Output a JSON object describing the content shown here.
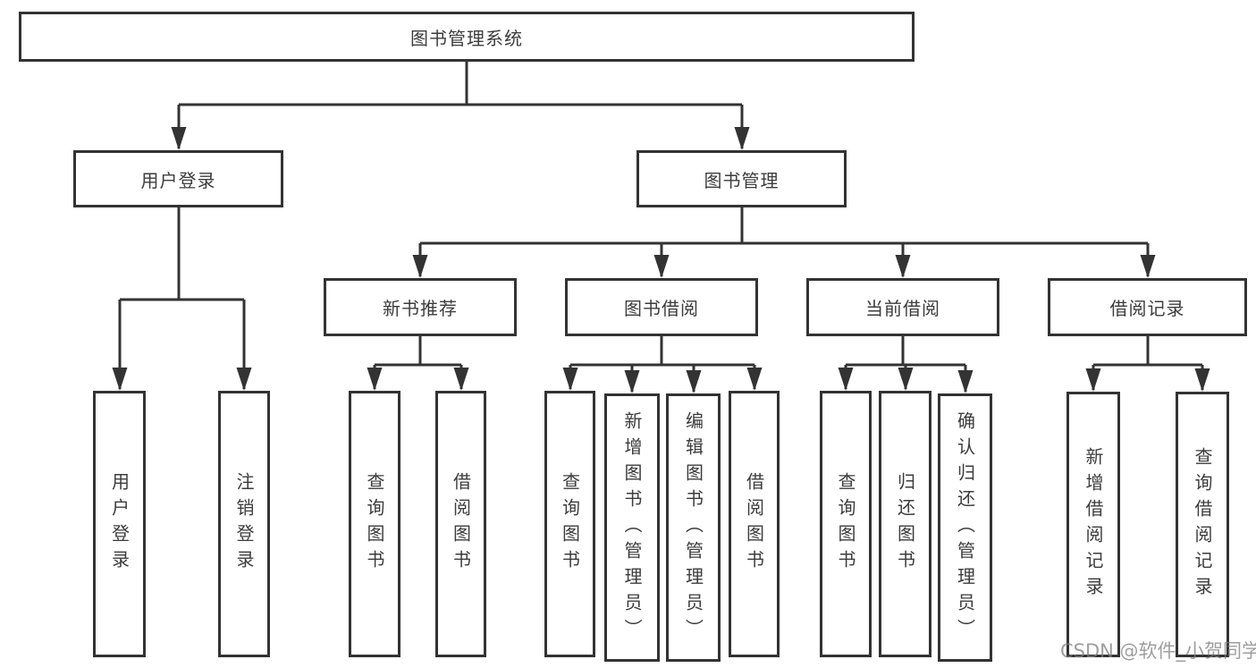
{
  "diagram_title": "图书管理系统",
  "colors": {
    "line": "#333333",
    "box_border": "#333333",
    "text": "#3c3c3c",
    "watermark": "#7d7d7d",
    "background": "#ffffff"
  },
  "tree": {
    "root": {
      "label": "图书管理系统"
    },
    "branches": {
      "user_login": {
        "label": "用户登录",
        "children": [
          {
            "label": "用户登录"
          },
          {
            "label": "注销登录"
          }
        ]
      },
      "book_management": {
        "label": "图书管理",
        "modules": {
          "new_book_recommend": {
            "label": "新书推荐",
            "children": [
              {
                "label": "查询图书"
              },
              {
                "label": "借阅图书"
              }
            ]
          },
          "book_borrow": {
            "label": "图书借阅",
            "children": [
              {
                "label": "查询图书"
              },
              {
                "label": "新增图书（管理员）"
              },
              {
                "label": "编辑图书（管理员）"
              },
              {
                "label": "借阅图书"
              }
            ]
          },
          "current_borrow": {
            "label": "当前借阅",
            "children": [
              {
                "label": "查询图书"
              },
              {
                "label": "归还图书"
              },
              {
                "label": "确认归还（管理员）"
              }
            ]
          },
          "borrow_records": {
            "label": "借阅记录",
            "children": [
              {
                "label": "新增借阅记录"
              },
              {
                "label": "查询借阅记录"
              }
            ]
          }
        }
      }
    }
  },
  "watermark": {
    "text": "CSDN @软件_小贺同学"
  }
}
